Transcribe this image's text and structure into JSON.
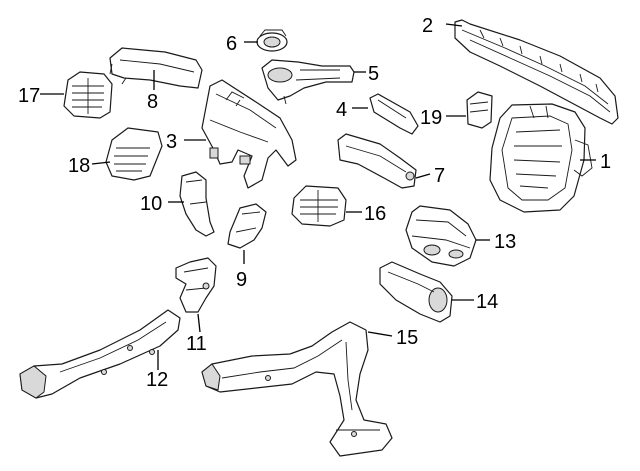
{
  "callouts": [
    {
      "id": "1",
      "label": "1"
    },
    {
      "id": "2",
      "label": "2"
    },
    {
      "id": "3",
      "label": "3"
    },
    {
      "id": "4",
      "label": "4"
    },
    {
      "id": "5",
      "label": "5"
    },
    {
      "id": "6",
      "label": "6"
    },
    {
      "id": "7",
      "label": "7"
    },
    {
      "id": "8",
      "label": "8"
    },
    {
      "id": "9",
      "label": "9"
    },
    {
      "id": "10",
      "label": "10"
    },
    {
      "id": "11",
      "label": "11"
    },
    {
      "id": "12",
      "label": "12"
    },
    {
      "id": "13",
      "label": "13"
    },
    {
      "id": "14",
      "label": "14"
    },
    {
      "id": "15",
      "label": "15"
    },
    {
      "id": "16",
      "label": "16"
    },
    {
      "id": "17",
      "label": "17"
    },
    {
      "id": "18",
      "label": "18"
    },
    {
      "id": "19",
      "label": "19"
    }
  ],
  "colors": {
    "line": "#1a1a1a",
    "fill": "#ffffff",
    "shade": "#d9d9d9"
  }
}
